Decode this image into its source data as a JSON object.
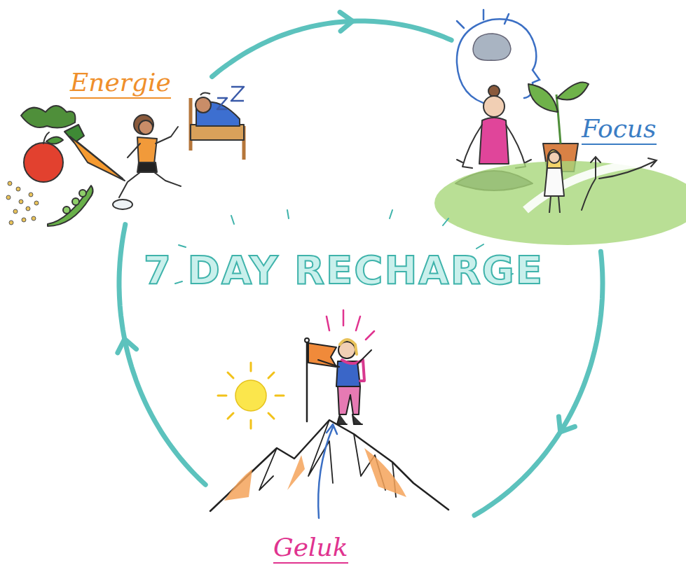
{
  "diagram": {
    "title": "7 DAY RECHARGE",
    "nodes": [
      {
        "text": [
          "Energie"
        ]
      },
      {
        "text": [
          "Focus"
        ]
      },
      {
        "text": [
          "Geluk"
        ]
      }
    ],
    "edges": [
      {
        "from": 0,
        "to": 1,
        "arrow": "to"
      },
      {
        "from": 1,
        "to": 2,
        "arrow": "to"
      },
      {
        "from": 2,
        "to": 0,
        "arrow": "to"
      }
    ]
  }
}
